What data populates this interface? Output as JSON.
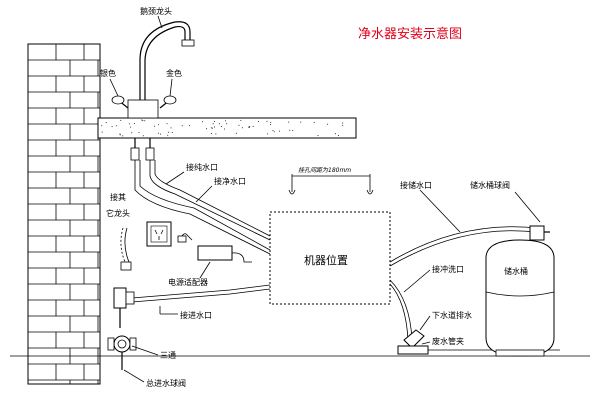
{
  "title": "净水器安装示意图",
  "labels": {
    "gooseneck_faucet": "鹅颈龙头",
    "silver_handle": "银色",
    "gold_handle": "金色",
    "connect_pure_water_1": "接纯水口",
    "connect_pure_water_2": "接净水口",
    "connect_other": "接其",
    "other_faucet": "它龙头",
    "hole_spacing": "挂孔间距为180mm",
    "machine_position": "机器位置",
    "connect_storage_outlet": "接储水口",
    "tank_ball_valve": "储水桶球阀",
    "storage_tank": "储水桶",
    "connect_flush_outlet": "接冲洗口",
    "power_adapter": "电源适配器",
    "connect_inlet": "接进水口",
    "drain_saddle": "下水道排水",
    "waste_water_clamp": "废水管夹",
    "tee": "三通",
    "main_inlet_ball_valve": "总进水球阀"
  },
  "icons": [
    "faucet-icon",
    "power-socket-icon",
    "power-adapter-icon",
    "storage-tank-icon",
    "ball-valve-icon",
    "tee-connector-icon",
    "drain-clamp-icon",
    "hanging-hook-icon"
  ],
  "colors": {
    "title": "#e0001a",
    "line": "#000000"
  }
}
